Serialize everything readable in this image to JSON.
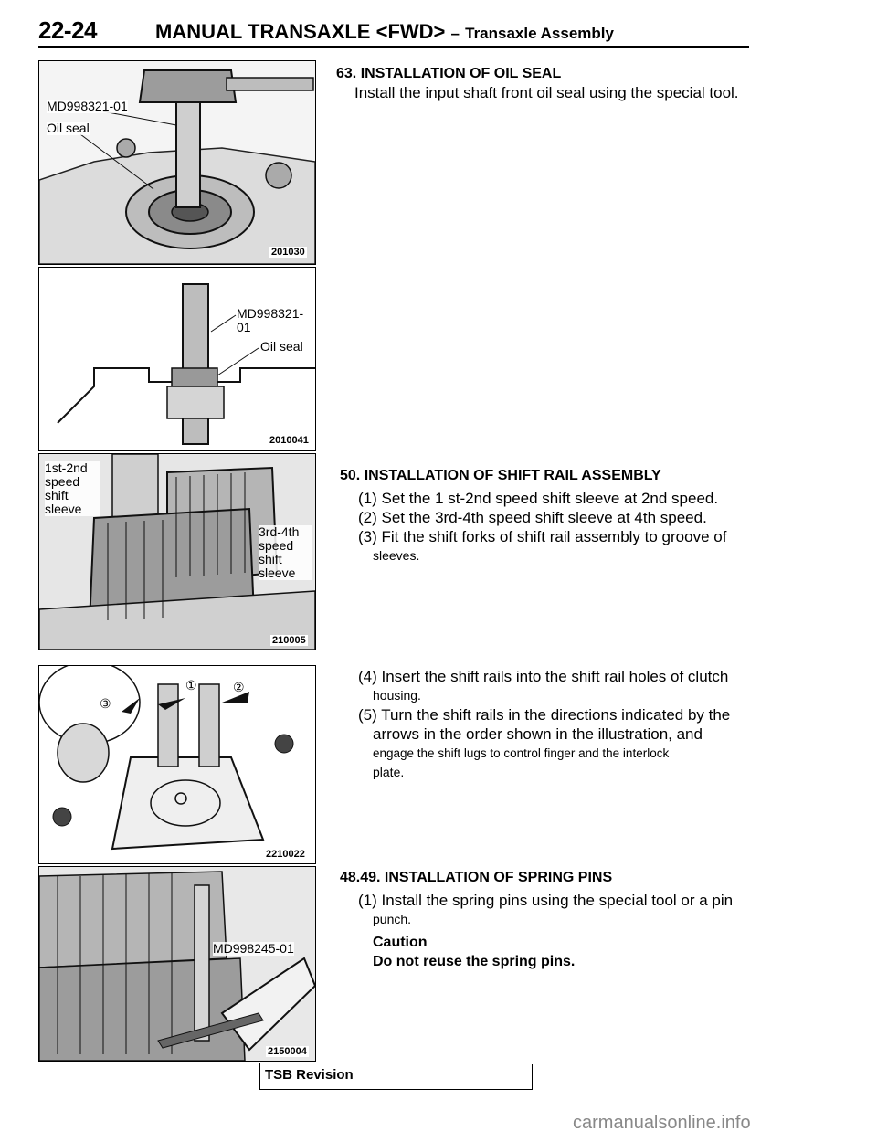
{
  "header": {
    "page_number": "22-24",
    "title_main": "MANUAL TRANSAXLE",
    "title_tag": "<FWD>",
    "title_dash": "–",
    "title_section": "Transaxle Assembly"
  },
  "figures": [
    {
      "labels": [
        "MD998321-01",
        "Oil seal"
      ],
      "code": "201030"
    },
    {
      "labels": [
        "MD998321-01",
        "Oil seal"
      ],
      "code": "2010041"
    },
    {
      "labels": [
        "1st-2nd speed shift sleeve",
        "3rd-4th speed shift sleeve"
      ],
      "code": "210005"
    },
    {
      "labels": [
        "①",
        "②",
        "③"
      ],
      "code": "2210022"
    },
    {
      "labels": [
        "MD998245-01"
      ],
      "code": "2150004"
    }
  ],
  "sections": [
    {
      "heading": "63. INSTALLATION OF OIL SEAL",
      "lines": [
        "Install the input shaft front oil seal using the special tool."
      ]
    },
    {
      "heading": "50. INSTALLATION OF SHIFT RAIL ASSEMBLY",
      "lines": [
        "(1) Set the 1 st-2nd speed shift sleeve at 2nd speed.",
        "(2) Set the 3rd-4th speed shift sleeve at 4th speed.",
        "(3) Fit the shift forks of shift rail assembly to groove of",
        "sleeves.",
        "(4) Insert the shift rails into the shift rail holes of clutch",
        "housing.",
        "(5) Turn the shift rails in the directions indicated by the",
        "arrows in the order shown in the illustration, and",
        "engage the shift lugs to control finger and the interlock",
        "plate."
      ]
    },
    {
      "heading": "48.49. INSTALLATION OF SPRING PINS",
      "lines": [
        "(1) Install the spring pins using the special tool or a pin",
        "punch."
      ],
      "caution_label": "Caution",
      "caution_text": "Do not reuse the spring pins."
    }
  ],
  "footer": {
    "tsb_label": "TSB Revision",
    "watermark": "carmanualsonline.info"
  }
}
